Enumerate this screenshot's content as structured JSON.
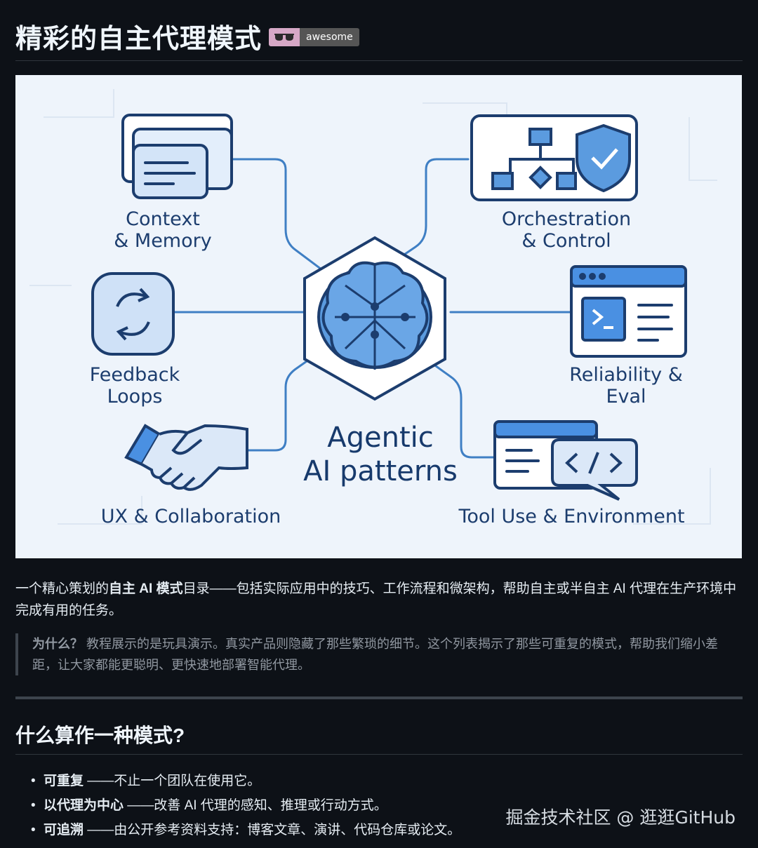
{
  "title": "精彩的自主代理模式",
  "badge": {
    "icon": "sunglasses-icon",
    "label": "awesome"
  },
  "hero": {
    "center_title_line1": "Agentic",
    "center_title_line2": "AI patterns",
    "nodes": [
      {
        "line1": "Context",
        "line2": "& Memory",
        "icon": "documents-icon"
      },
      {
        "line1": "Orchestration",
        "line2": "& Control",
        "icon": "workflow-shield-icon"
      },
      {
        "line1": "Feedback",
        "line2": "Loops",
        "icon": "refresh-loop-icon"
      },
      {
        "line1": "Reliability &",
        "line2": "Eval",
        "icon": "terminal-window-icon"
      },
      {
        "line1": "UX & Collaboration",
        "line2": "",
        "icon": "handshake-icon"
      },
      {
        "line1": "Tool Use & Environment",
        "line2": "",
        "icon": "code-window-icon"
      }
    ]
  },
  "intro": {
    "part1": "一个精心策划的",
    "bold": "自主 AI 模式",
    "part2": "目录——包括实际应用中的技巧、工作流程和微架构，帮助自主或半自主 AI 代理在生产环境中完成有用的任务。"
  },
  "quote": {
    "bold": "为什么？",
    "text": " 教程展示的是玩具演示。真实产品则隐藏了那些繁琐的细节。这个列表揭示了那些可重复的模式，帮助我们缩小差距，让大家都能更聪明、更快速地部署智能代理。"
  },
  "section_heading": "什么算作一种模式?",
  "list_items": [
    {
      "bold": "可重复",
      "text": " ——不止一个团队在使用它。"
    },
    {
      "bold": "以代理为中心",
      "text": " ——改善 AI 代理的感知、推理或行动方式。"
    },
    {
      "bold": "可追溯",
      "text": " ——由公开参考资料支持：博客文章、演讲、代码仓库或论文。"
    }
  ],
  "watermark": "掘金技术社区 @ 逛逛GitHub",
  "colors": {
    "background": "#0d1117",
    "hero_bg": "#eef4fb",
    "accent_blue": "#4a90e2",
    "dark_navy": "#1c3d6e"
  }
}
